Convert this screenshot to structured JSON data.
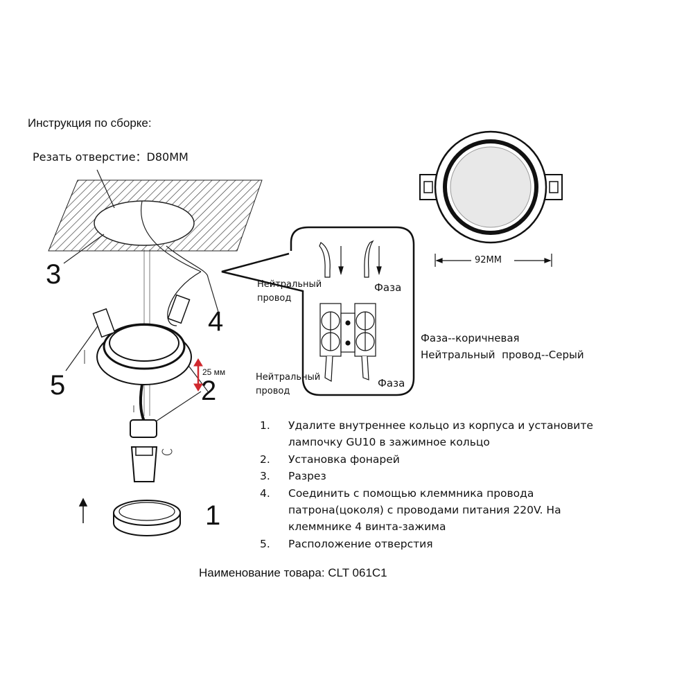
{
  "title": "Инструкция по сборке:",
  "cut_hole_label": "Резать отверстие：D80MM",
  "callouts": [
    "1",
    "2",
    "3",
    "4",
    "5"
  ],
  "dimension_height": "25 мм",
  "dimension_diameter": "92MM",
  "wiring": {
    "neutral_top": "Нейтральный провод",
    "phase_top": "Фаза",
    "neutral_bottom": "Нейтральный провод",
    "phase_bottom": "Фаза"
  },
  "legend": {
    "phase": "Фаза--коричневая",
    "neutral": "Нейтральный  провод--Серый"
  },
  "steps": [
    {
      "num": "1.",
      "text": "Удалите внутреннее кольцо из корпуса и установите лампочку GU10 в зажимное кольцо"
    },
    {
      "num": "2.",
      "text": "Установка фонарей"
    },
    {
      "num": "3.",
      "text": "Разрез"
    },
    {
      "num": "4.",
      "text": "Соединить с помощью клеммника провода патрона(цоколя) с проводами питания 220V. На клеммнике 4 винта-зажима"
    },
    {
      "num": "5.",
      "text": "Расположение отверстия"
    }
  ],
  "product_name": "Наименование товара: CLT 061C1",
  "colors": {
    "arrow_red": "#d0282e"
  }
}
